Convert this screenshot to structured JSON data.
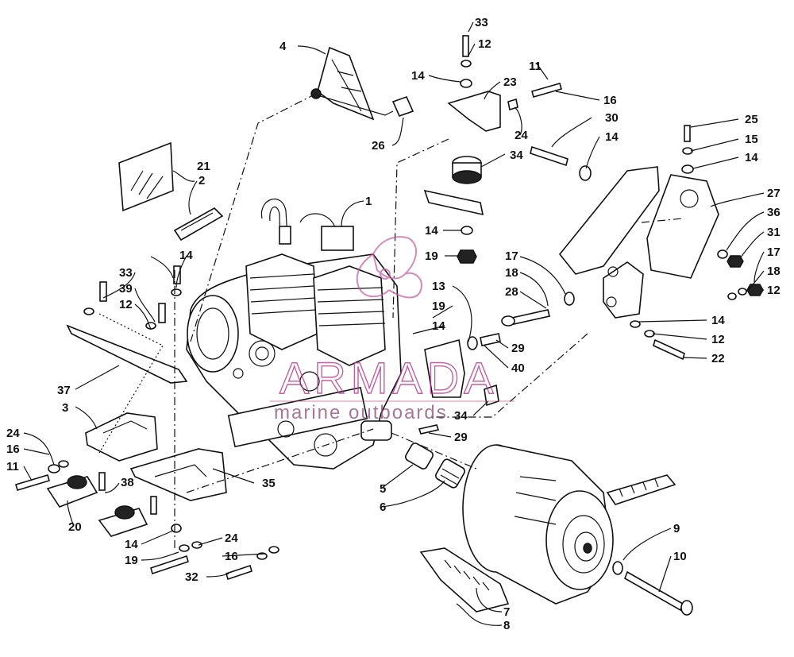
{
  "diagram": {
    "watermark": {
      "brand": "ARMADA",
      "tagline": "marine outboards",
      "accent_color": "#b03a8a"
    },
    "callouts": [
      "1",
      "2",
      "3",
      "4",
      "5",
      "6",
      "7",
      "8",
      "9",
      "10",
      "11",
      "12",
      "13",
      "14",
      "15",
      "16",
      "17",
      "18",
      "19",
      "20",
      "21",
      "22",
      "23",
      "24",
      "25",
      "26",
      "27",
      "28",
      "29",
      "30",
      "31",
      "32",
      "33",
      "34",
      "35",
      "36",
      "37",
      "38",
      "39",
      "40"
    ]
  }
}
